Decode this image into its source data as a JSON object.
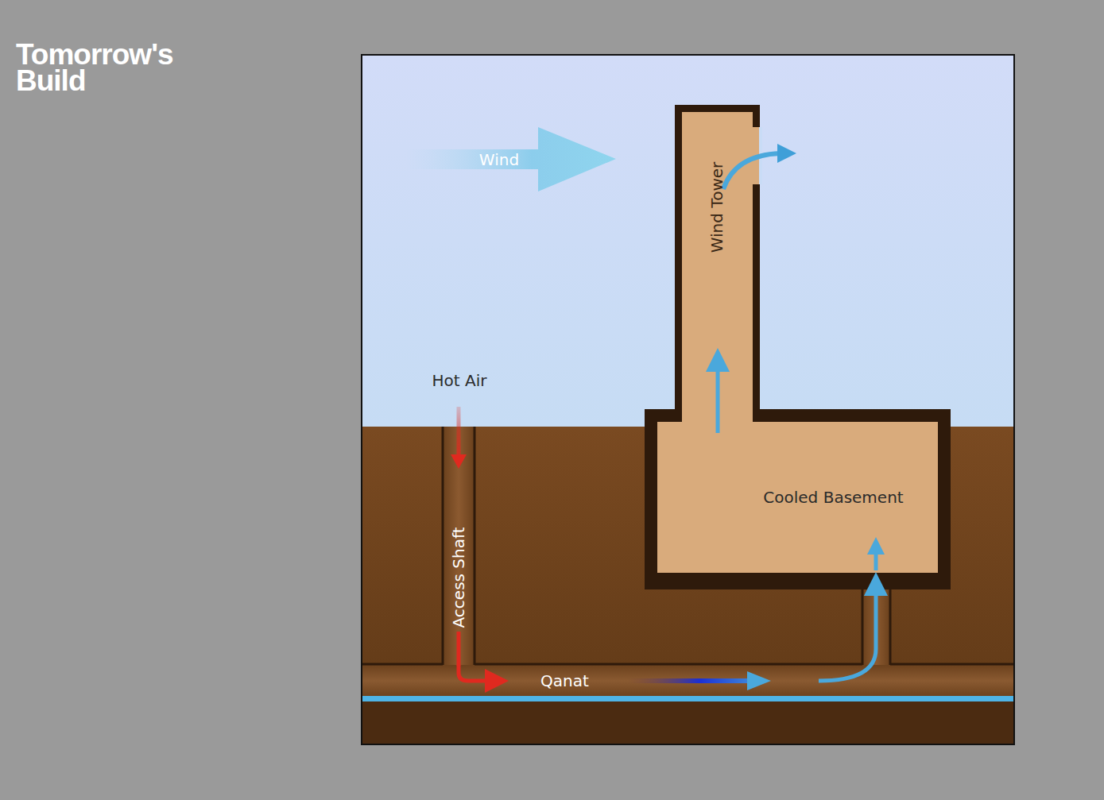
{
  "diagram": {
    "nodes": [
      {
        "text": [
          "Wind Tower"
        ]
      },
      {
        "text": [
          "Cooled Basement"
        ]
      },
      {
        "text": [
          "Access Shaft"
        ]
      },
      {
        "text": [
          "Qanat"
        ]
      }
    ],
    "edges": [
      {
        "from": 2,
        "to": 3,
        "arrow": "to"
      },
      {
        "from": 3,
        "to": 1,
        "arrow": "to"
      },
      {
        "from": 1,
        "to": 0,
        "arrow": "to"
      }
    ],
    "labels": [
      "Tomorrow's Build",
      "Wind",
      "Hot Air"
    ]
  }
}
